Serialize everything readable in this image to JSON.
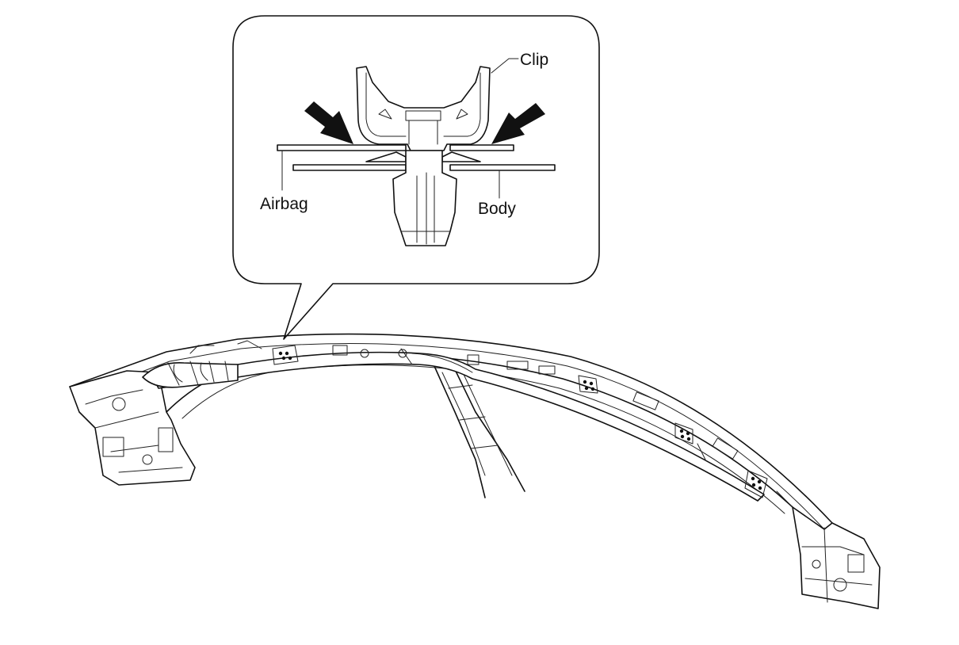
{
  "callout": {
    "labels": {
      "clip": "Clip",
      "airbag": "Airbag",
      "body": "Body"
    }
  },
  "colors": {
    "line": "#111111",
    "background": "#ffffff"
  }
}
